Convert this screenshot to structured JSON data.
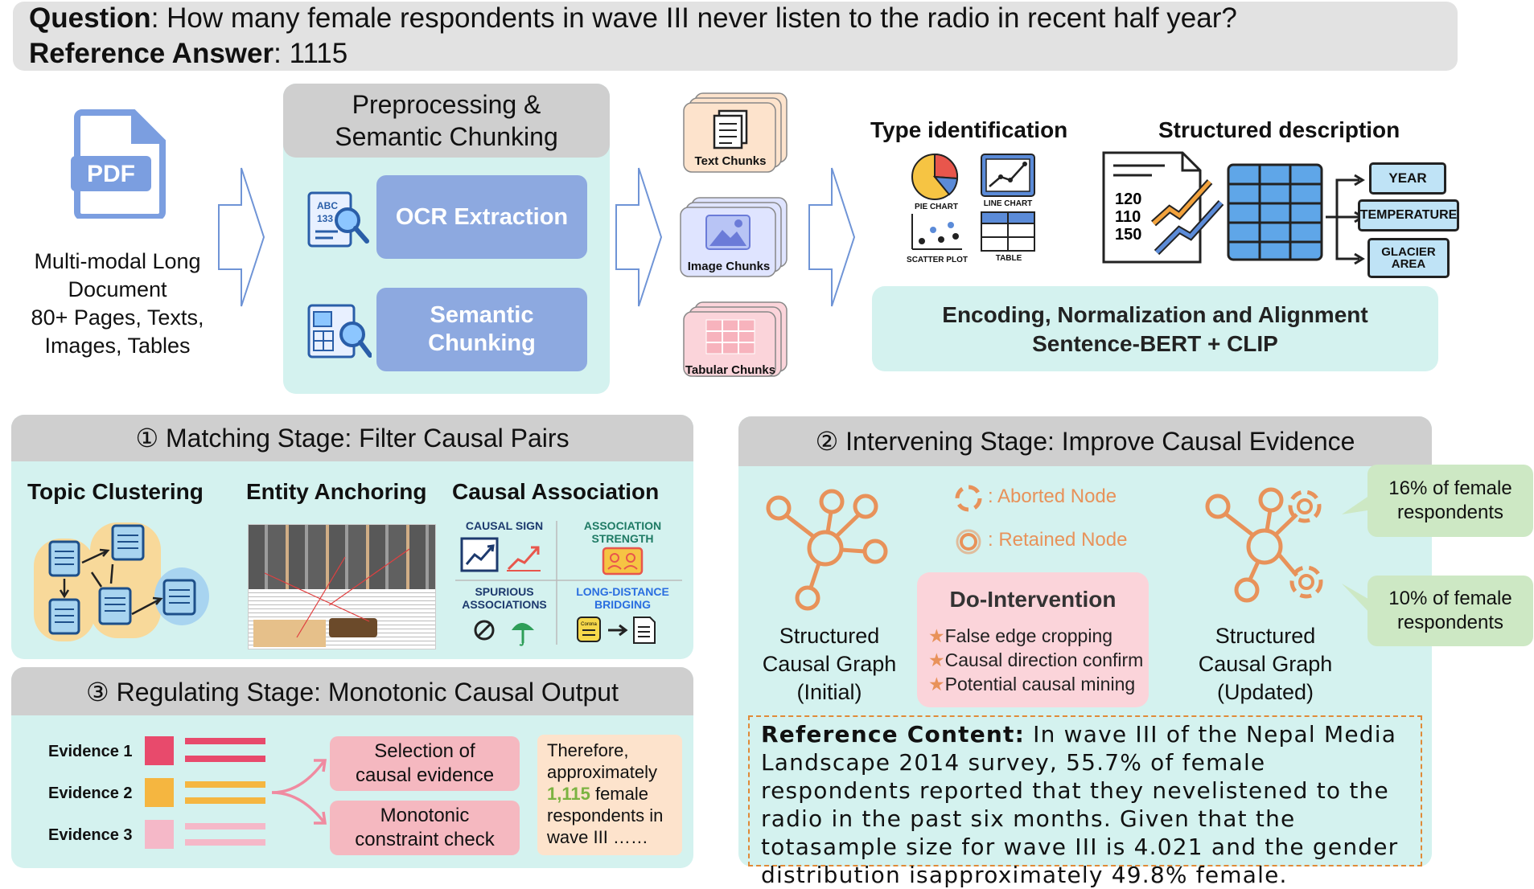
{
  "question": {
    "label": "Question",
    "text": ": How many female respondents in wave III never listen to the radio in recent half year?",
    "answer_label": "Reference Answer",
    "answer_text": ": 1115"
  },
  "input_doc": {
    "icon_text": "PDF",
    "lines": [
      "Multi-modal Long",
      "Document",
      "80+ Pages, Texts,",
      "Images, Tables"
    ]
  },
  "preprocessing": {
    "title_line1": "Preprocessing &",
    "title_line2": "Semantic Chunking",
    "ocr_label": "OCR Extraction",
    "ocr_icon_text_1": "ABC",
    "ocr_icon_text_2": "133",
    "chunk_label_1": "Semantic",
    "chunk_label_2": "Chunking"
  },
  "chunks": {
    "text": "Text Chunks",
    "image": "Image Chunks",
    "tabular": "Tabular Chunks"
  },
  "type_id": {
    "title": "Type identification",
    "pie": "PIE CHART",
    "line": "LINE CHART",
    "scatter": "SCATTER PLOT",
    "table": "TABLE"
  },
  "structured": {
    "title": "Structured description",
    "nums": [
      "120",
      "110",
      "150"
    ],
    "tags": [
      "YEAR",
      "TEMPERATURE",
      "GLACIER",
      "AREA"
    ]
  },
  "encoding": {
    "line1": "Encoding, Normalization and Alignment",
    "line2": "Sentence-BERT + CLIP"
  },
  "matching": {
    "title": "① Matching Stage: Filter Causal Pairs",
    "topic": "Topic Clustering",
    "entity": "Entity Anchoring",
    "causal": "Causal Association",
    "causal_sign": "CAUSAL SIGN",
    "assoc_1": "ASSOCIATION",
    "assoc_2": "STRENGTH",
    "spurious_1": "SPURIOUS",
    "spurious_2": "ASSOCIATIONS",
    "long_1": "LONG-DISTANCE",
    "long_2": "BRIDGING",
    "corona": "Corona"
  },
  "regulating": {
    "title": "③ Regulating Stage: Monotonic Causal Output",
    "evidence": [
      "Evidence 1",
      "Evidence 2",
      "Evidence 3"
    ],
    "evidence_colors": [
      "#e84a6c",
      "#f5b640",
      "#f5b8c8"
    ],
    "selection_1": "Selection of",
    "selection_2": "causal evidence",
    "monotonic_1": "Monotonic",
    "monotonic_2": "constraint check",
    "therefore_lines": [
      "Therefore,",
      "approximately"
    ],
    "therefore_num": "1,115",
    "therefore_after": " female",
    "therefore_lines2": [
      "respondents in",
      "wave III ……"
    ]
  },
  "intervening": {
    "title": "② Intervening Stage: Improve Causal Evidence",
    "aborted": ": Aborted Node",
    "retained": ": Retained Node",
    "graph_initial": [
      "Structured",
      "Causal Graph",
      "(Initial)"
    ],
    "graph_updated": [
      "Structured",
      "Causal Graph",
      "(Updated)"
    ],
    "do_title": "Do-Intervention",
    "do_items": [
      "False edge cropping",
      "Causal direction confirm",
      "Potential causal mining"
    ],
    "callout_1": [
      "16% of female",
      "respondents"
    ],
    "callout_2": [
      "10% of female",
      "respondents"
    ],
    "accent_color": "#e8925a"
  },
  "reference": {
    "label": "Reference Content:",
    "text": " In wave III of the Nepal Media Landscape 2014 survey, 55.7% of female respondents reported that they nevelistened to the radio in the past six months. Given that the totasample size for wave III is 4.021 and the gender distribution isapproximately 49.8% female."
  }
}
